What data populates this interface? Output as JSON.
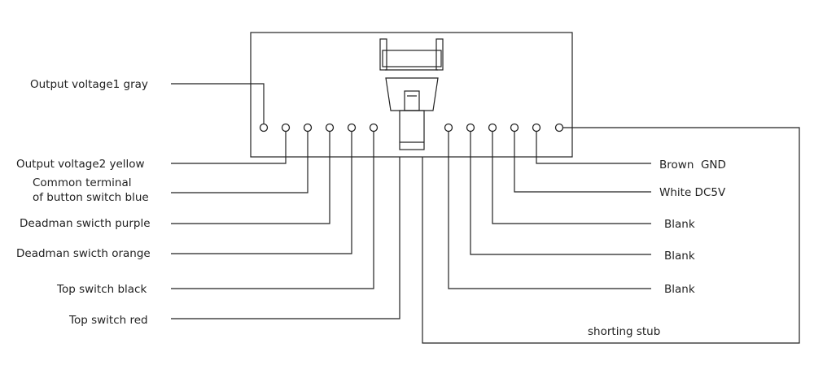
{
  "left_labels": {
    "output_voltage1": "Output voltage1 gray",
    "output_voltage2": "Output voltage2 yellow",
    "common_terminal_line1": "Common terminal",
    "common_terminal_line2": "of button switch blue",
    "deadman_purple": "Deadman swicth purple",
    "deadman_orange": "Deadman swicth orange",
    "top_switch_black": "Top switch black",
    "top_switch_red": "Top switch red"
  },
  "right_labels": {
    "brown_gnd": "Brown  GND",
    "white_dc5v": "White DC5V",
    "blank_1": "Blank",
    "blank_2": "Blank",
    "blank_3": "Blank"
  },
  "bottom_label": {
    "shorting_stub": "shorting stub"
  },
  "colors": {
    "line": "#222222",
    "background": "#ffffff"
  }
}
